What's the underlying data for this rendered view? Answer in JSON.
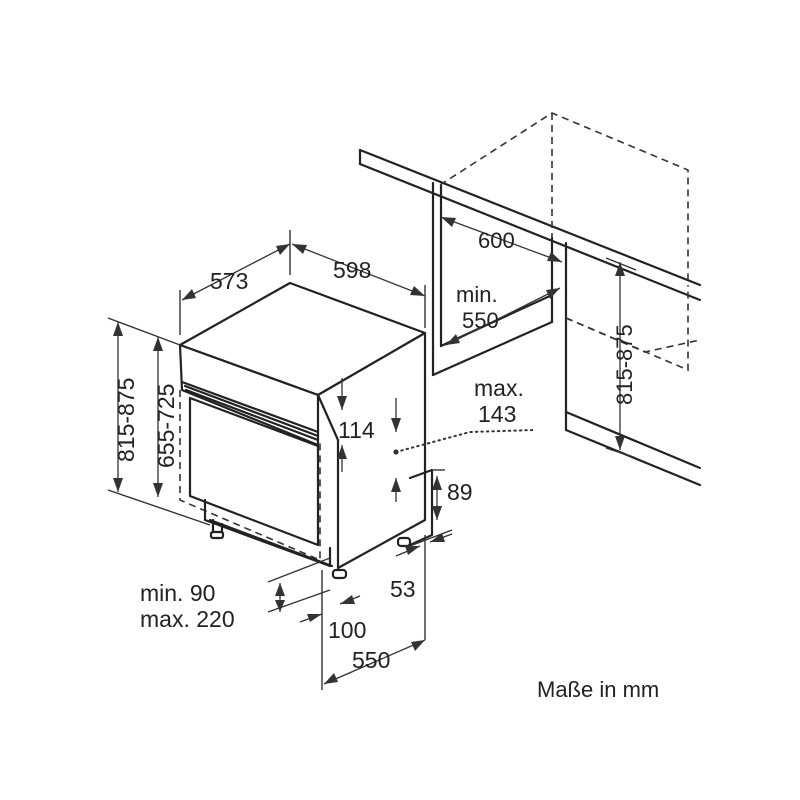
{
  "diagram": {
    "dims": {
      "depth": "573",
      "width": "598",
      "niche_width": "600",
      "niche_depth_min": "min.",
      "niche_depth_val": "550",
      "niche_height": "815-875",
      "height_total": "815-875",
      "height_door": "655-725",
      "panel_114": "114",
      "max_label": "max.",
      "max_value": "143",
      "plinth_89": "89",
      "foot_53": "53",
      "plinth_min": "min. 90",
      "plinth_max": "max. 220",
      "foot_100": "100",
      "depth_550": "550"
    },
    "units_note": "Maße in mm"
  }
}
